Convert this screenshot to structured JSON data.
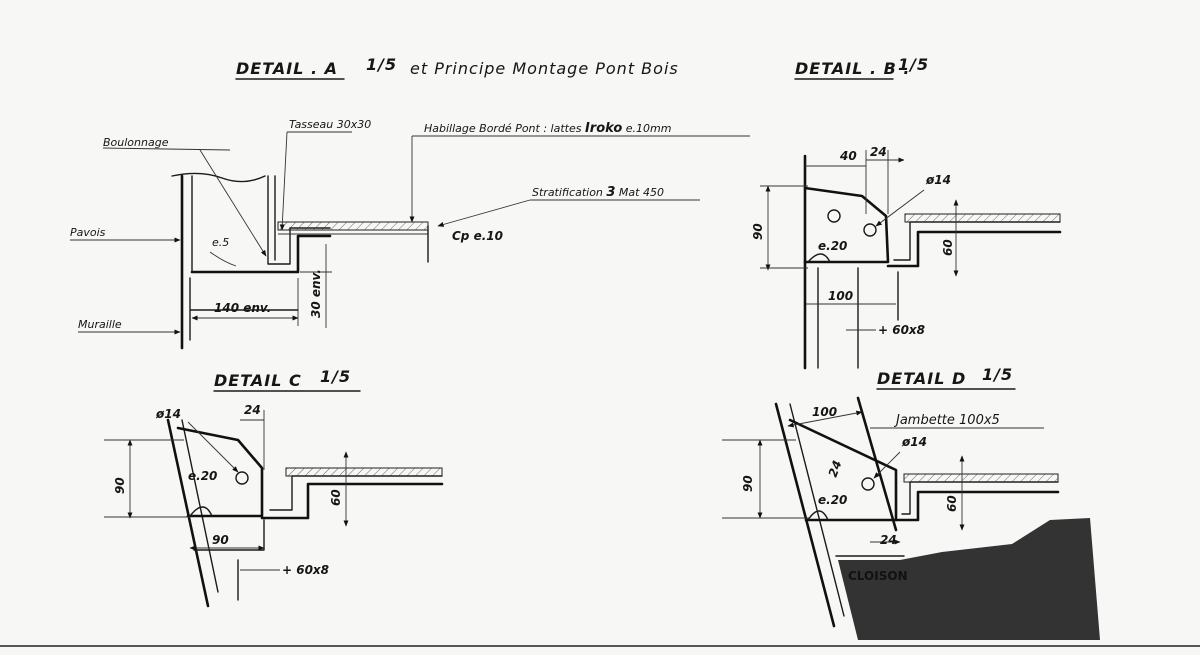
{
  "detail_a": {
    "title": "DETAIL . A",
    "scale": "1/5",
    "subtitle": "et Principe Montage Pont Bois",
    "boulonnage": "Boulonnage",
    "tasseau": "Tasseau 30x30",
    "habillage_prefix": "Habillage Bordé Pont : lattes ",
    "habillage_bold": "Iroko",
    "habillage_suffix": " e.10mm",
    "stratification_prefix": "Stratification ",
    "stratification_bold": "3",
    "stratification_suffix": " Mat 450",
    "cp": "Cp e.10",
    "pavois": "Pavois",
    "muraille": "Muraille",
    "e5": "e.5",
    "dim_140": "140 env.",
    "dim_30": "30 env."
  },
  "detail_b": {
    "title": "DETAIL . B .",
    "scale": "1/5",
    "dim_40": "40",
    "dim_24": "24",
    "phi": "ø14",
    "dim_90": "90",
    "e20": "e.20",
    "dim_60": "60",
    "dim_100": "100",
    "plate": "+ 60x8"
  },
  "detail_c": {
    "title": "DETAIL C",
    "scale": "1/5",
    "phi": "ø14",
    "dim_24": "24",
    "dim_90": "90",
    "e20": "e.20",
    "dim_60": "60",
    "dim_90b": "90",
    "plate": "+ 60x8"
  },
  "detail_d": {
    "title": "DETAIL D",
    "scale": "1/5",
    "dim_100": "100",
    "jambette": "Jambette 100x5",
    "phi": "ø14",
    "dim_24a": "24",
    "dim_90": "90",
    "e20": "e.20",
    "dim_60": "60",
    "dim_24b": "24",
    "cloison": "CLOISON"
  }
}
